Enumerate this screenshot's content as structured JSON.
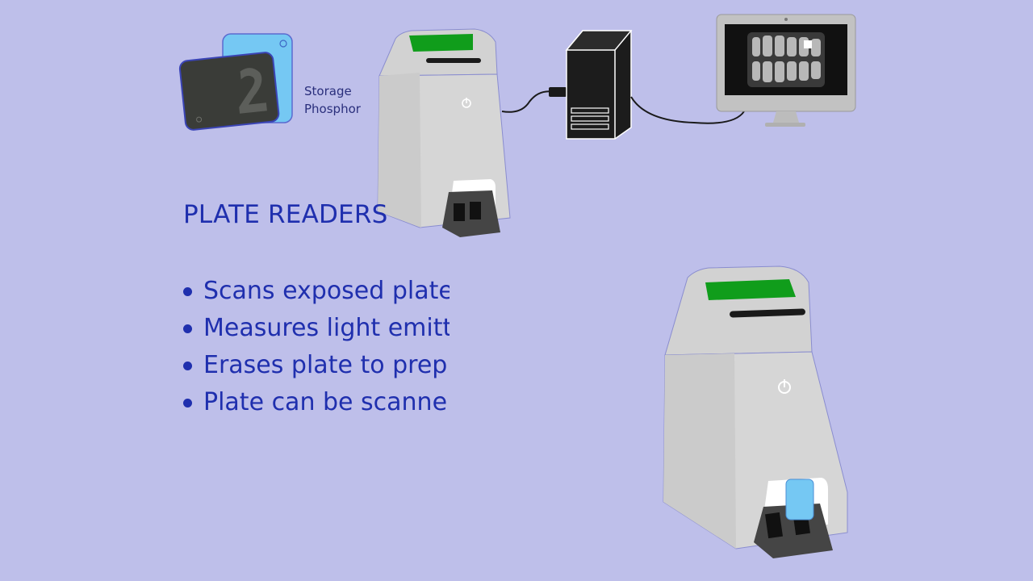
{
  "heading": "PLATE READERS",
  "bullets": [
    "Scans exposed plate",
    "Measures light emitt",
    "Erases plate to prep",
    "Plate can be scanne"
  ],
  "storage_phosphor": {
    "line1": "Storage",
    "line2": "Phosphor"
  },
  "colors": {
    "background": "#bebfea",
    "text": "#1f2fae",
    "plate_blue": "#75c8f3",
    "reader_body": "#d4d4d4",
    "reader_display": "#109d1b"
  }
}
